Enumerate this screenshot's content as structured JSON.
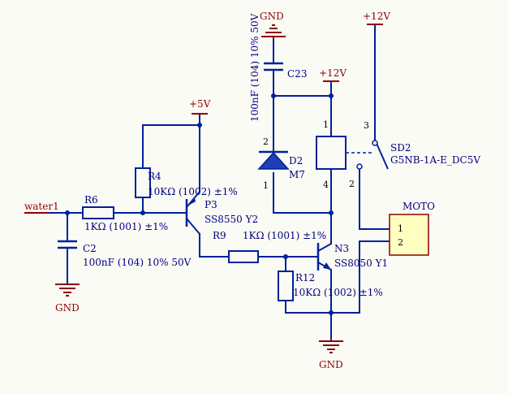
{
  "colors": {
    "wire": "#00209b",
    "rail": "#8b0000",
    "body": "#ffffc0",
    "text": "#000080",
    "background": "#fbfbf5"
  },
  "rails": {
    "gnd_top": "GND",
    "plus12_right": "+12V",
    "plus12_mid": "+12V",
    "plus5": "+5V",
    "gnd_left": "GND",
    "gnd_bottom": "GND"
  },
  "net_label": "water1",
  "components": {
    "c23": {
      "ref": "C23",
      "value": "100nF (104) 10% 50V"
    },
    "d2": {
      "ref": "D2",
      "value": "M7"
    },
    "sd2": {
      "ref": "SD2",
      "value": "G5NB-1A-E_DC5V"
    },
    "r4": {
      "ref": "R4",
      "value": "10KΩ (1002) ±1%"
    },
    "p3": {
      "ref": "P3",
      "value": "SS8550 Y2"
    },
    "r6": {
      "ref": "R6",
      "value": "1KΩ (1001) ±1%"
    },
    "c2": {
      "ref": "C2",
      "value": "100nF (104) 10% 50V"
    },
    "r9": {
      "ref": "R9",
      "value": "1KΩ (1001) ±1%"
    },
    "n3": {
      "ref": "N3",
      "value": "SS8050 Y1"
    },
    "r12": {
      "ref": "R12",
      "value": "10KΩ (1002) ±1%"
    },
    "moto": {
      "ref": "MOTO",
      "pin1": "1",
      "pin2": "2"
    }
  },
  "pin_numbers": {
    "d2_top": "2",
    "d2_bottom": "1",
    "relay_top": "1",
    "relay_bottom": "4",
    "switch_top": "3",
    "switch_bottom": "2"
  }
}
